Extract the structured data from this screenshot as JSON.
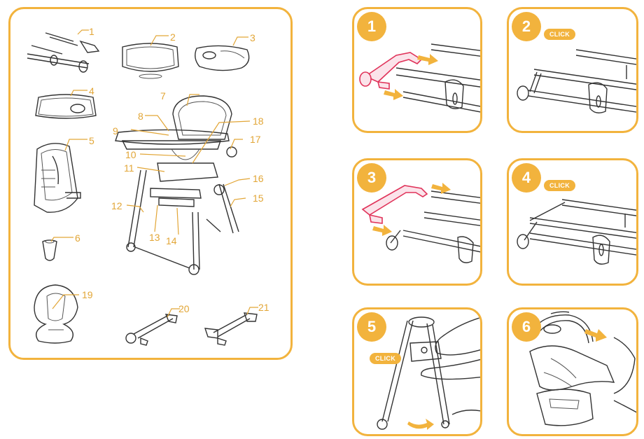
{
  "parts": {
    "labels": [
      "1",
      "2",
      "3",
      "4",
      "5",
      "6",
      "7",
      "8",
      "9",
      "10",
      "11",
      "12",
      "13",
      "14",
      "15",
      "16",
      "17",
      "18",
      "19",
      "20",
      "21"
    ]
  },
  "steps": [
    {
      "number": "1",
      "click": ""
    },
    {
      "number": "2",
      "click": "CLICK"
    },
    {
      "number": "3",
      "click": ""
    },
    {
      "number": "4",
      "click": "CLICK"
    },
    {
      "number": "5",
      "click": "CLICK"
    },
    {
      "number": "6",
      "click": ""
    }
  ],
  "colors": {
    "accent": "#f2b33d",
    "highlight": "#e0335a",
    "line": "#333333"
  }
}
